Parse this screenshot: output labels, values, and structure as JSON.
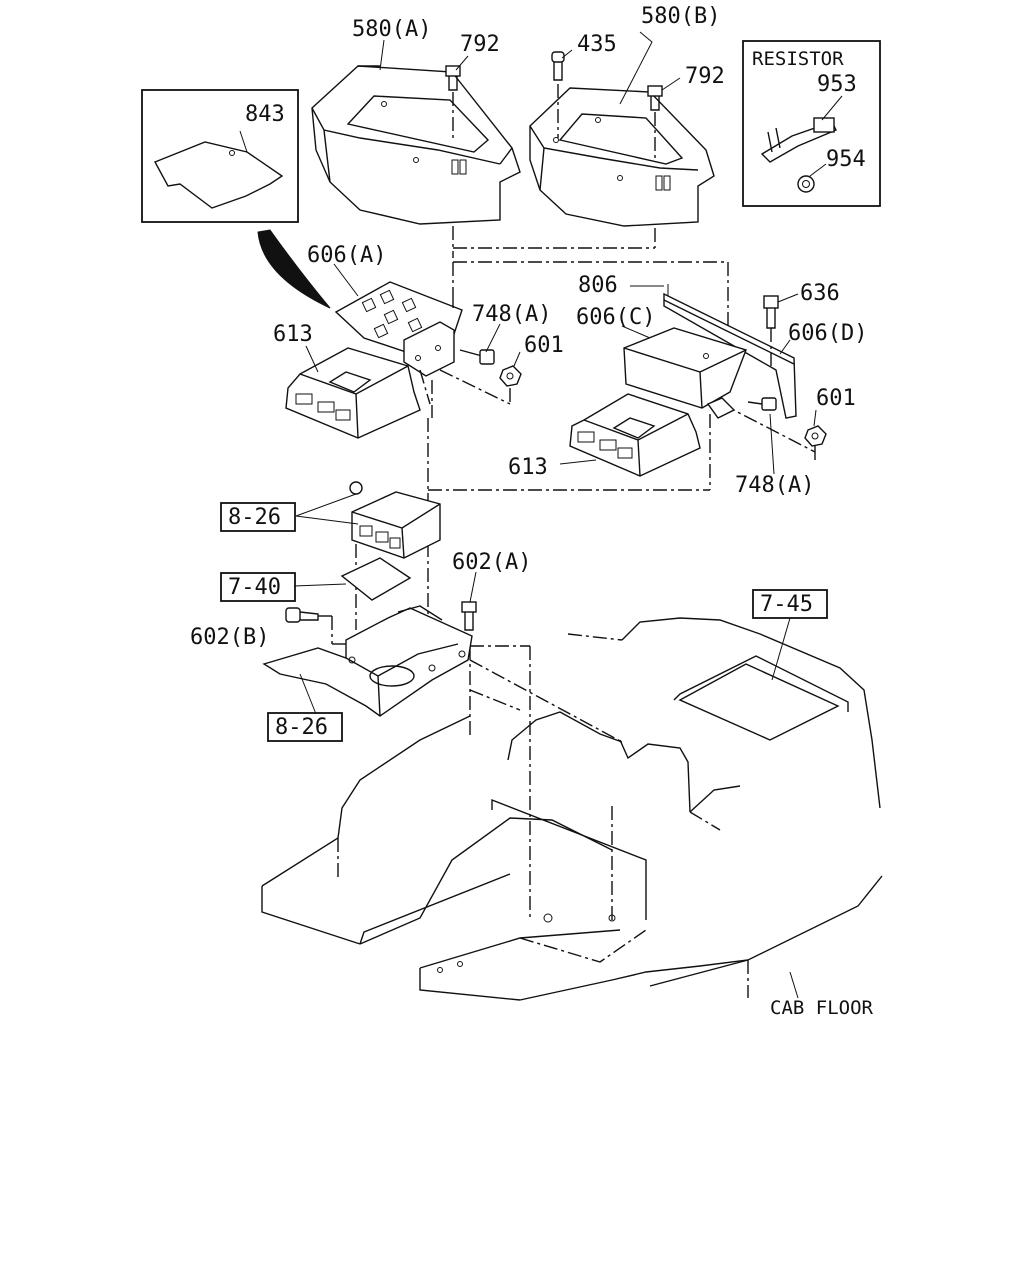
{
  "callouts": {
    "p580a": "580(A)",
    "p580b": "580(B)",
    "p792a": "792",
    "p792b": "792",
    "p435": "435",
    "p843": "843",
    "p606a": "606(A)",
    "p606c": "606(C)",
    "p606d": "606(D)",
    "p613a": "613",
    "p613b": "613",
    "p748a1": "748(A)",
    "p748a2": "748(A)",
    "p601a": "601",
    "p601b": "601",
    "p806": "806",
    "p636": "636",
    "p953": "953",
    "p954": "954",
    "p602a": "602(A)",
    "p602b": "602(B)"
  },
  "refs": {
    "r826a": "8-26",
    "r740": "7-40",
    "r826b": "8-26",
    "r745": "7-45"
  },
  "labels": {
    "resistor": "RESISTOR",
    "cab_floor": "CAB FLOOR"
  }
}
